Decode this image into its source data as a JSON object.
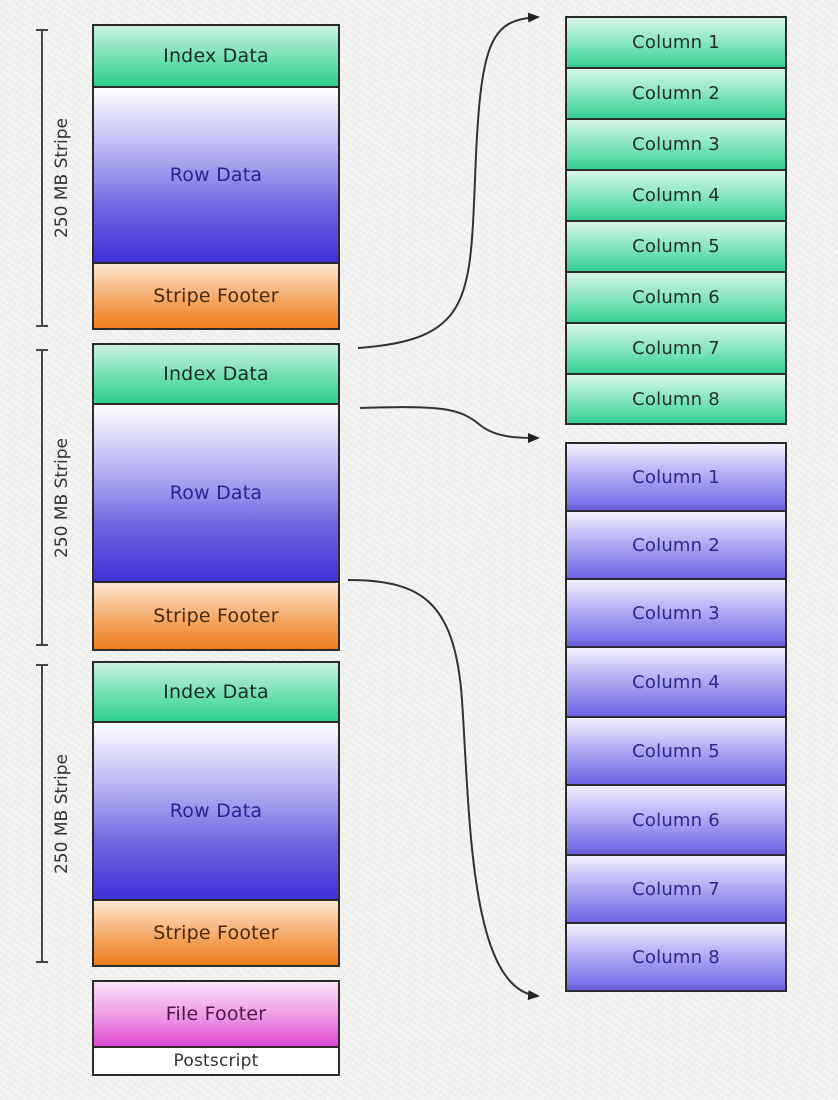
{
  "left_column": {
    "stripes": [
      {
        "label": "250 MB Stripe",
        "index": "Index Data",
        "row": "Row Data",
        "footer": "Stripe Footer"
      },
      {
        "label": "250 MB Stripe",
        "index": "Index Data",
        "row": "Row Data",
        "footer": "Stripe Footer"
      },
      {
        "label": "250 MB Stripe",
        "index": "Index Data",
        "row": "Row Data",
        "footer": "Stripe Footer"
      }
    ],
    "file_footer": "File Footer",
    "postscript": "Postscript"
  },
  "index_columns": [
    "Column 1",
    "Column 2",
    "Column 3",
    "Column 4",
    "Column 5",
    "Column 6",
    "Column 7",
    "Column 8"
  ],
  "row_columns": [
    "Column 1",
    "Column 2",
    "Column 3",
    "Column 4",
    "Column 5",
    "Column 6",
    "Column 7",
    "Column 8"
  ],
  "colors": {
    "index_green": "#3fd69b",
    "row_blue": "#4b3ee0",
    "footer_orange": "#f08a2c",
    "file_footer_pink": "#e05ad8",
    "outline": "#2b2b2b"
  }
}
